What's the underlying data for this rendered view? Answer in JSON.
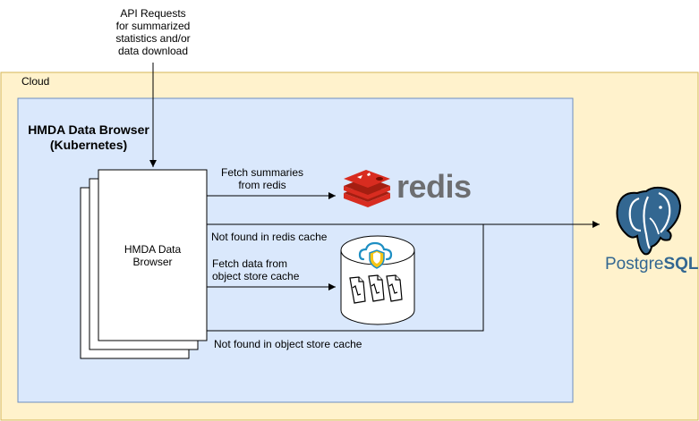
{
  "api_label": "API Requests\nfor summarized\nstatistics and/or\ndata download",
  "cloud_label": "Cloud",
  "cluster_title": "HMDA Data Browser\n(Kubernetes)",
  "service_label": "HMDA Data\nBrowser",
  "edges": {
    "fetch_redis": "Fetch summaries\nfrom redis",
    "not_found_redis": "Not found in redis cache",
    "fetch_object": "Fetch data from\nobject store cache",
    "not_found_object": "Not found in object store cache"
  },
  "logos": {
    "redis_text": "redis",
    "postgres_prefix": "Postgre",
    "postgres_suffix": "SQL"
  },
  "colors": {
    "cloud_fill": "#fff2cc",
    "cloud_stroke": "#d6b656",
    "cluster_fill": "#dae8fc",
    "cluster_stroke": "#6c8ebf",
    "redis_red": "#d82c20",
    "postgres_blue": "#336791"
  }
}
